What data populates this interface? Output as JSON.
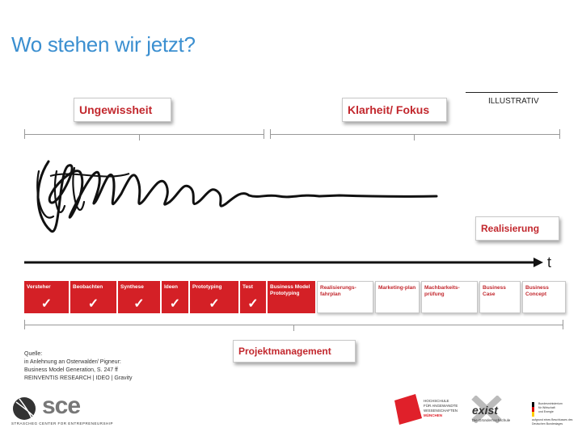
{
  "slide": {
    "title": "Wo stehen wir jetzt?",
    "badge": "ILLUSTRATIV"
  },
  "phases": {
    "uncertainty": "Ungewissheit",
    "clarity": "Klarheit/ Fokus",
    "realization": "Realisierung",
    "project_management": "Projektmanagement"
  },
  "timeline": {
    "axis_label": "t"
  },
  "steps": [
    {
      "label": "Versteher",
      "done": true
    },
    {
      "label": "Beobachten",
      "done": true
    },
    {
      "label": "Synthese",
      "done": true
    },
    {
      "label": "Ideen",
      "done": true
    },
    {
      "label": "Prototyping",
      "done": true
    },
    {
      "label": "Test",
      "done": true
    },
    {
      "label": "Business Model Prototyping",
      "done": false
    },
    {
      "label": "Realisierungs-fahrplan",
      "done": false
    },
    {
      "label": "Marketing-plan",
      "done": false
    },
    {
      "label": "Machbarkeits-prüfung",
      "done": false
    },
    {
      "label": "Business Case",
      "done": false
    },
    {
      "label": "Business Concept",
      "done": false
    }
  ],
  "source": {
    "line1": "Quelle:",
    "line2": "in Anlehnung an Osterwalder/ Pigneur:",
    "line3": "Business Model Generation, S. 247 ff",
    "line4": "REINVENTIS RESEARCH | IDEO | Gravity"
  },
  "logos": {
    "sce": "sce",
    "sce_sub": "STRASCHEG CENTER FOR ENTREPRENEURSHIP",
    "hm_line1": "HOCHSCHULE",
    "hm_line2": "FÜR ANGEWANDTE",
    "hm_line3": "WISSENSCHAFTEN",
    "hm_line4": "MÜNCHEN",
    "exist": "exist",
    "exist_sub": "Die Gründerhochschule",
    "ministry_line1": "Bundesministerium",
    "ministry_line2": "für Wirtschaft",
    "ministry_line3": "und Energie",
    "ministry_note": "aufgrund eines Beschlusses des Deutschen Bundestages"
  },
  "colors": {
    "accent": "#d42026",
    "title": "#3b8fd0"
  }
}
